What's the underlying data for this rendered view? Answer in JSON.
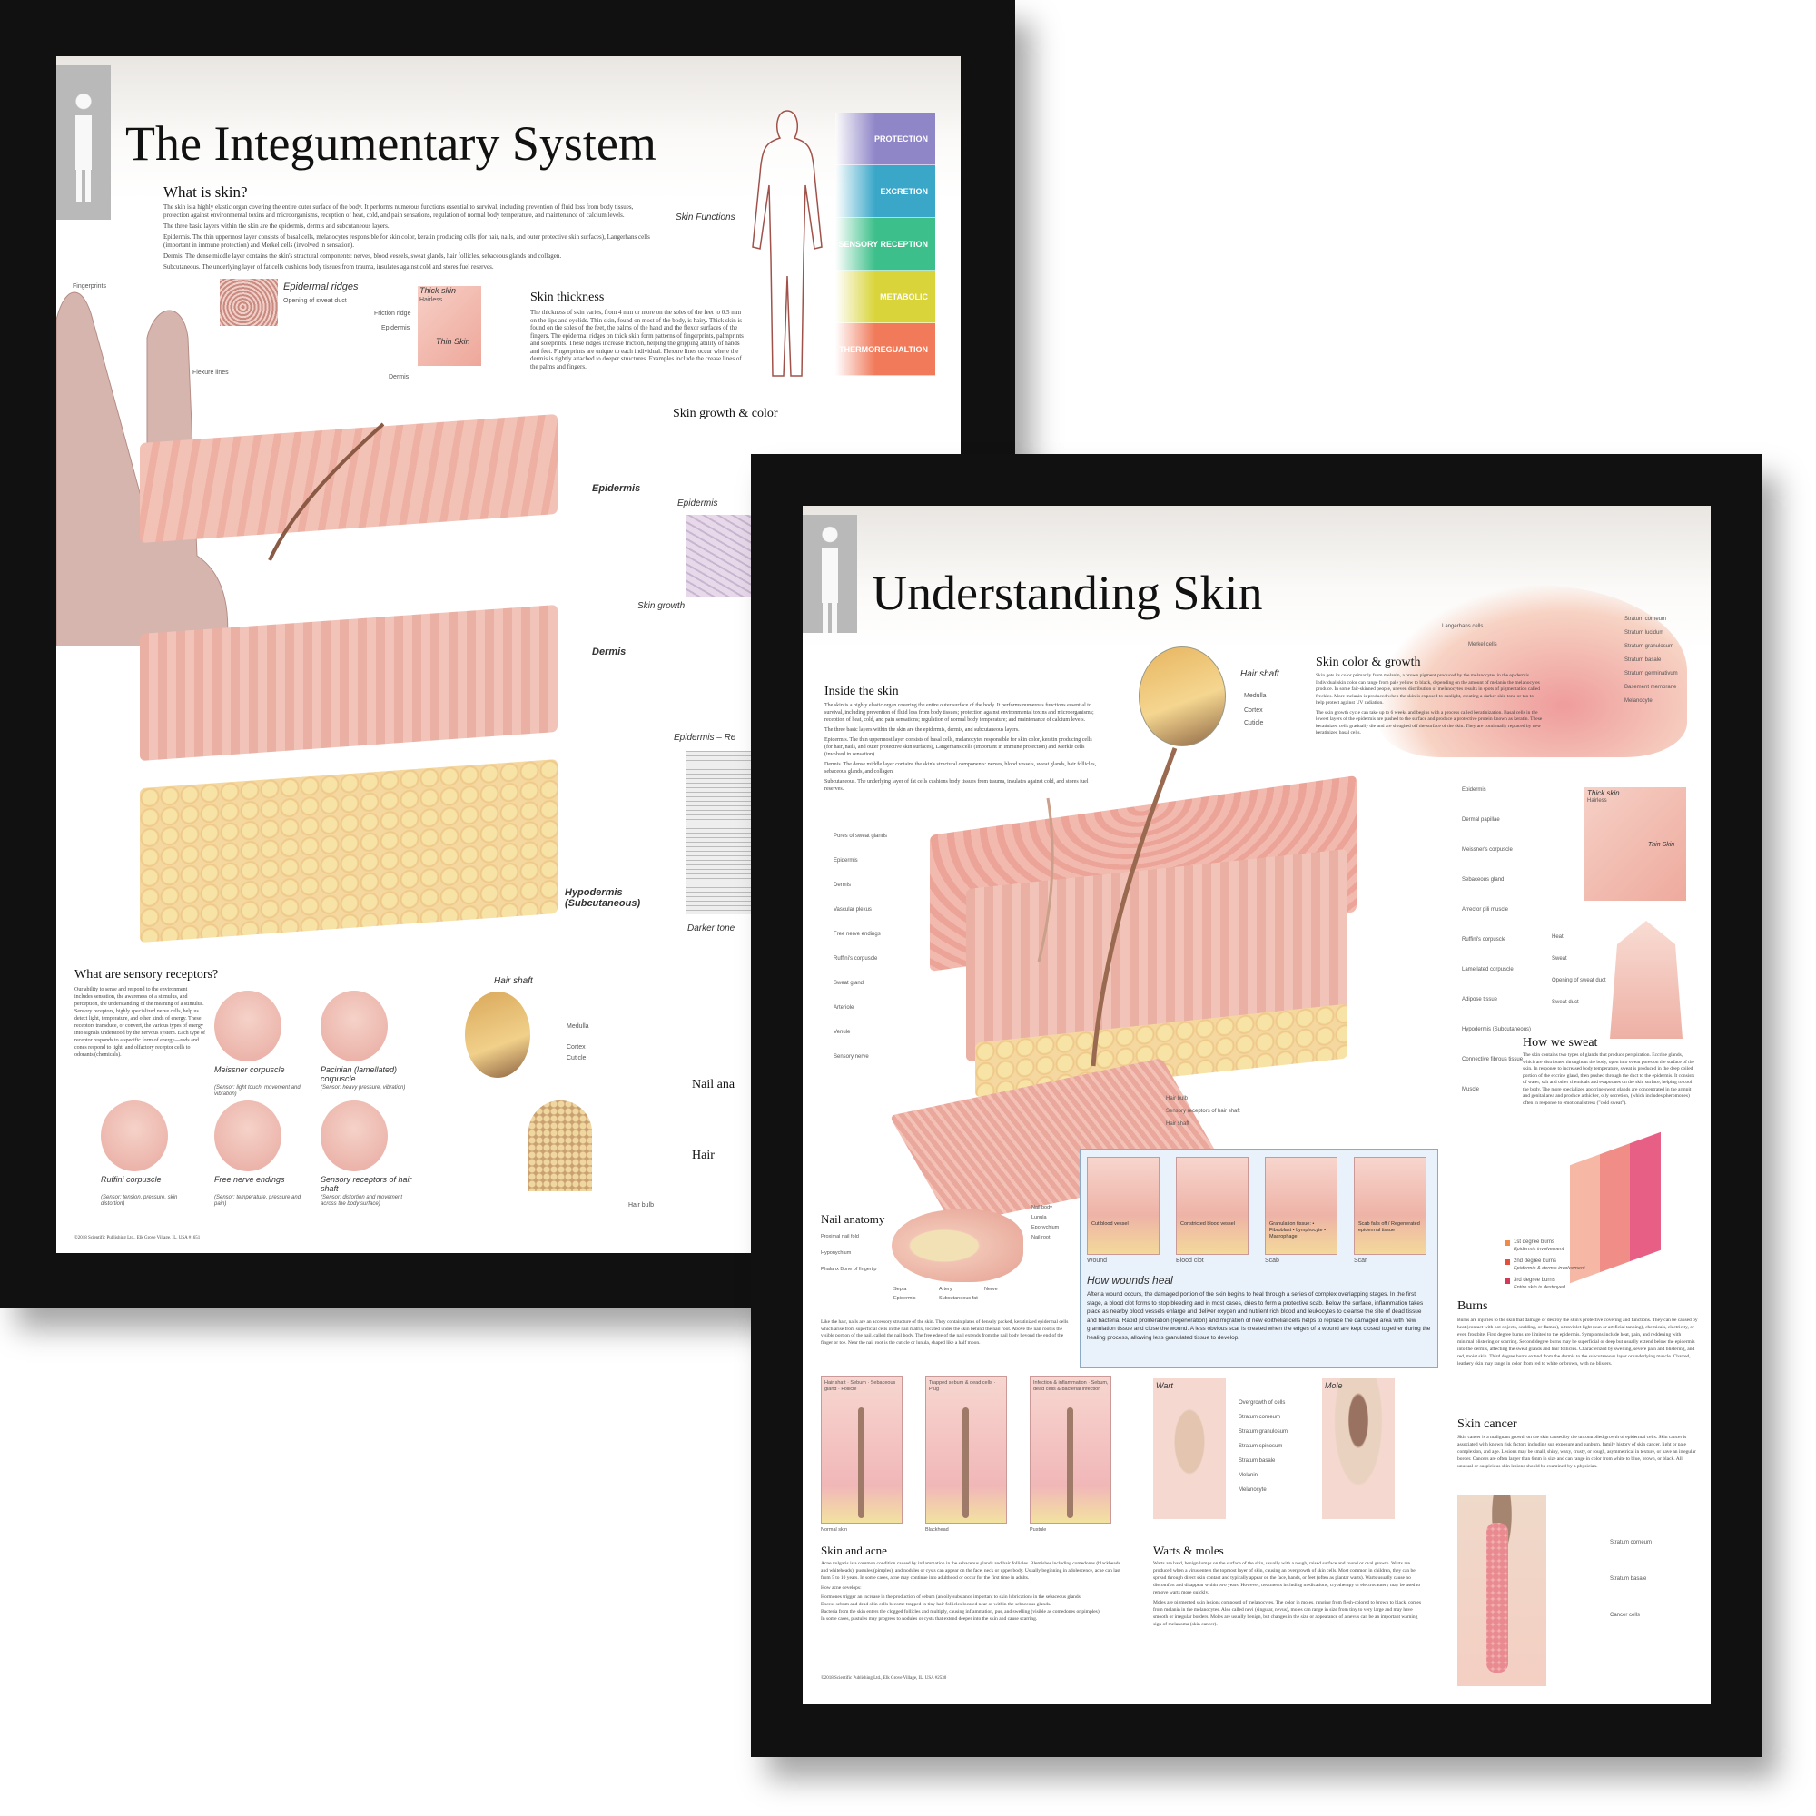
{
  "poster_left": {
    "title": "The Integumentary System",
    "what_is_skin": {
      "heading": "What is skin?",
      "paragraphs": [
        "The skin is a highly elastic organ covering the entire outer surface of the body. It performs numerous functions essential to survival, including prevention of fluid loss from body tissues, protection against environmental toxins and microorganisms, reception of heat, cold, and pain sensations, regulation of normal body temperature, and maintenance of calcium levels.",
        "The three basic layers within the skin are the epidermis, dermis and subcutaneous layers.",
        "Epidermis. The thin uppermost layer consists of basal cells, melanocytes responsible for skin color, keratin producing cells (for hair, nails, and outer protective skin surfaces), Langerhans cells (important in immune protection) and Merkel cells (involved in sensation).",
        "Dermis. The dense middle layer contains the skin's structural components: nerves, blood vessels, sweat glands, hair follicles, sebaceous glands and collagen.",
        "Subcutaneous. The underlying layer of fat cells cushions body tissues from trauma, insulates against cold and stores fuel reserves."
      ]
    },
    "skin_functions": {
      "label": "Skin Functions",
      "bands": [
        {
          "name": "PROTECTION",
          "color": "#8f86c8"
        },
        {
          "name": "EXCRETION",
          "color": "#3aa7c9"
        },
        {
          "name": "SENSORY RECEPTION",
          "color": "#3cbf8a"
        },
        {
          "name": "METABOLIC",
          "color": "#d9d43a"
        },
        {
          "name": "THERMOREGUALTION",
          "color": "#f07a5a"
        }
      ]
    },
    "epidermal_ridges": {
      "label": "Epidermal ridges",
      "sub": "Opening of sweat duct",
      "fingerprints": "Fingerprints",
      "flexure": "Flexure lines"
    },
    "thick_skin": {
      "label": "Thick skin",
      "hairless": "Hairless",
      "thin": "Thin Skin",
      "friction": "Friction ridge",
      "epidermis": "Epidermis",
      "dermis": "Dermis"
    },
    "skin_thickness": {
      "heading": "Skin thickness",
      "text": "The thickness of skin varies, from 4 mm or more on the soles of the feet to 0.5 mm on the lips and eyelids. Thin skin, found on most of the body, is hairy. Thick skin is found on the soles of the feet, the palms of the hand and the flexor surfaces of the fingers. The epidermal ridges on thick skin form patterns of fingerprints, palmprints and soleprints. These ridges increase friction, helping the gripping ability of hands and feet. Fingerprints are unique to each individual. Flexure lines occur where the dermis is tightly attached to deeper structures. Examples include the crease lines of the palms and fingers."
    },
    "skin_growth": {
      "heading": "Skin growth & color",
      "epidermis": "Epidermis",
      "growth": "Skin growth",
      "epidermis_re": "Epidermis – Re",
      "darker": "Darker tone"
    },
    "layers": {
      "epidermis": "Epidermis",
      "dermis": "Dermis",
      "hypodermis": "Hypodermis (Subcutaneous)"
    },
    "sensory": {
      "heading": "What are sensory receptors?",
      "text": "Our ability to sense and respond to the environment includes sensation, the awareness of a stimulus, and perception, the understanding of the meaning of a stimulus. Sensory receptors, highly specialized nerve cells, help us detect light, temperature, and other kinds of energy. These receptors transduce, or convert, the various types of energy into signals understood by the nervous system. Each type of receptor responds to a specific form of energy—rods and cones respond to light, and olfactory receptor cells to odorants (chemicals).",
      "receptors": [
        {
          "name": "Meissner corpuscle",
          "desc": "(Sensor: light touch, movement and vibration)"
        },
        {
          "name": "Pacinian (lamellated) corpuscle",
          "desc": "(Sensor: heavy pressure, vibration)"
        },
        {
          "name": "Ruffini corpuscle",
          "desc": "(Sensor: tension, pressure, skin distortion)"
        },
        {
          "name": "Free nerve endings",
          "desc": "(Sensor: temperature, pressure and pain)"
        },
        {
          "name": "Sensory receptors of hair shaft",
          "desc": "(Sensor: distortion and movement across the body surface)"
        }
      ]
    },
    "hair_shaft": {
      "label": "Hair shaft",
      "medulla": "Medulla",
      "cortex": "Cortex",
      "cuticle": "Cuticle",
      "hair_bulb": "Hair bulb"
    },
    "nail": "Nail ana",
    "hair": "Hair",
    "copyright": "©2018 Scientific Publishing Ltd., Elk Grove Village, IL. USA #1651"
  },
  "poster_right": {
    "title": "Understanding Skin",
    "inside": {
      "heading": "Inside the skin",
      "paragraphs": [
        "The skin is a highly elastic organ covering the entire outer surface of the body. It performs numerous functions essential to survival, including prevention of fluid loss from body tissues; protection against environmental toxins and microorganisms; reception of heat, cold, and pain sensations; regulation of normal body temperature; and maintenance of calcium levels.",
        "The three basic layers within the skin are the epidermis, dermis, and subcutaneous layers.",
        "Epidermis. The thin uppermost layer consists of basal cells, melanocytes responsible for skin color, keratin producing cells (for hair, nails, and outer protective skin surfaces), Langerhans cells (important in immune protection) and Merkle cells (involved in sensation).",
        "Dermis. The dense middle layer contains the skin's structural components: nerves, blood vessels, sweat glands, hair follicles, sebaceous glands, and collagen.",
        "Subcutaneous. The underlying layer of fat cells cushions body tissues from trauma, insulates against cold, and stores fuel reserves."
      ]
    },
    "hair_shaft": {
      "label": "Hair shaft",
      "medulla": "Medulla",
      "cortex": "Cortex",
      "cuticle": "Cuticle"
    },
    "skin_color": {
      "heading": "Skin color & growth",
      "p1": "Skin gets its color primarily from melanin, a brown pigment produced by the melanocytes in the epidermis. Individual skin color can range from pale yellow to black, depending on the amount of melanin the melanocytes produce. In some fair-skinned people, uneven distribution of melanocytes results in spots of pigmentation called freckles. More melanin is produced when the skin is exposed to sunlight, creating a darker skin tone or tan to help protect against UV radiation.",
      "p2": "The skin growth cycle can take up to 6 weeks and begins with a process called keratinization. Basal cells in the lowest layers of the epidermis are pushed to the surface and produce a protective protein known as keratin. These keratinized cells gradually die and are sloughed off the surface of the skin. They are continually replaced by new keratinized basal cells.",
      "labels": [
        "Stratum corneum",
        "Stratum lucidum",
        "Stratum granulosum",
        "Stratum basale",
        "Stratum germinativum",
        "Basement membrane",
        "Melanocyte",
        "Langerhans cells",
        "Merkel cells"
      ]
    },
    "block_labels_left": [
      "Pores of sweat glands",
      "Epidermis",
      "Dermis",
      "Vascular plexus",
      "Free nerve endings",
      "Ruffini's corpuscle",
      "Sweat gland",
      "Arteriole",
      "Venule",
      "Sensory nerve"
    ],
    "block_labels_right": [
      "Epidermis",
      "Dermal papillae",
      "Meissner's corpuscle",
      "Sebaceous gland",
      "Arrector pili muscle",
      "Ruffini's corpuscle",
      "Lamellated corpuscle",
      "Adipose tissue",
      "Hypodermis (Subcutaneous)",
      "Connective fibrous tissue",
      "Muscle"
    ],
    "block_labels_bottom": [
      "Hair bulb",
      "Sensory receptors of hair shaft",
      "Hair shaft"
    ],
    "thick_skin": {
      "label": "Thick skin",
      "hairless": "Hairless",
      "thin": "Thin Skin"
    },
    "sweat": {
      "heading": "How we sweat",
      "labels": [
        "Heat",
        "Sweat",
        "Opening of sweat duct",
        "Sweat duct"
      ],
      "text": "The skin contains two types of glands that produce perspiration. Eccrine glands, which are distributed throughout the body, open into sweat pores on the surface of the skin. In response to increased body temperature, sweat is produced in the deep coiled portion of the eccrine gland, then pushed through the duct to the epidermis. It consists of water, salt and other chemicals and evaporates on the skin surface, helping to cool the body. The more specialized apocrine sweat glands are concentrated in the armpit and genital area and produce a thicker, oily secretion, (which includes pheromones) often in response to emotional stress (\"cold sweat\")."
    },
    "wounds": {
      "heading": "How wounds heal",
      "stages": [
        {
          "caption": "Wound",
          "inner": "Cut blood vessel"
        },
        {
          "caption": "Blood clot",
          "inner": "Constricted blood vessel"
        },
        {
          "caption": "Scab",
          "inner": "Granulation tissue: • Fibroblast • Lymphocyte • Macrophage"
        },
        {
          "caption": "Scar",
          "inner": "Scab falls off / Regenerated epidermal tissue"
        }
      ],
      "text": "After a wound occurs, the damaged portion of the skin begins to heal through a series of complex overlapping stages. In the first stage, a blood clot forms to stop bleeding and in most cases, dries to form a protective scab. Below the surface, inflammation takes place as nearby blood vessels enlarge and deliver oxygen and nutrient rich blood and leukocytes to cleanse the site of dead tissue and bacteria. Rapid proliferation (regeneration) and migration of new epithelial cells helps to replace the damaged area with new granulation tissue and close the wound. A less obvious scar is created when the edges of a wound are kept closed together during the healing process, allowing less granulated tissue to develop."
    },
    "nail": {
      "heading": "Nail anatomy",
      "labels": [
        "Nail body",
        "Lunula",
        "Eponychium",
        "Nail root",
        "Proximal nail fold",
        "Hyponychium",
        "Phalanx Bone of fingertip",
        "Septa",
        "Artery",
        "Nerve",
        "Epidermis",
        "Subcutaneous fat"
      ],
      "text": "Like the hair, nails are an accessory structure of the skin. They contain plates of densely packed, keratinized epidermal cells which arise from superficial cells in the nail matrix, located under the skin behind the nail root. Above the nail root is the visible portion of the nail, called the nail body. The free edge of the nail extends from the nail body beyond the end of the finger or toe. Near the nail root is the cuticle or lunula, shaped like a half moon."
    },
    "burns": {
      "heading": "Burns",
      "legend": [
        {
          "name": "1st degree burns",
          "desc": "Epidermis involvement",
          "color": "#f08a4a"
        },
        {
          "name": "2nd degree burns",
          "desc": "Epidermis & dermis involvement",
          "color": "#e0503a"
        },
        {
          "name": "3rd degree burns",
          "desc": "Entire skin is destroyed",
          "color": "#d23a5a"
        }
      ],
      "text": "Burns are injuries to the skin that damage or destroy the skin's protective covering and functions. They can be caused by heat (contact with hot objects, scalding, or flames), ultraviolet light (sun or artificial tanning), chemicals, electricity, or even frostbite. First degree burns are limited to the epidermis. Symptoms include heat, pain, and reddening with minimal blistering or scarring. Second degree burns may be superficial or deep but usually extend below the epidermis into the dermis, affecting the sweat glands and hair follicles. Characterized by swelling, severe pain and blistering, and red, moist skin. Third degree burns extend from the dermis to the subcutaneous layer or underlying muscle. Charred, leathery skin may range in color from red to white or brown, with no blisters."
    },
    "cancer": {
      "heading": "Skin cancer",
      "text": "Skin cancer is a malignant growth on the skin caused by the uncontrolled growth of epidermal cells. Skin cancer is associated with known risk factors including sun exposure and sunburn, family history of skin cancer, light or pale complexion, and age. Lesions may be small, shiny, waxy, crusty, or rough, asymmetrical in texture, or have an irregular border. Cancers are often larger than 6mm in size and can range in color from white to blue, brown, or black. All unusual or suspicious skin lesions should be examined by a physician.",
      "labels": [
        "Stratum corneum",
        "Stratum basale",
        "Cancer cells"
      ]
    },
    "acne": {
      "heading": "Skin and acne",
      "panels": [
        {
          "caption": "Normal skin",
          "labels": "Hair shaft · Sebum · Sebaceous gland · Follicle"
        },
        {
          "caption": "Blackhead",
          "labels": "Trapped sebum & dead cells · Plug"
        },
        {
          "caption": "Pustule",
          "labels": "Infection & inflammation · Sebum, dead cells & bacterial infection"
        }
      ],
      "text": "Acne vulgaris is a common condition caused by inflammation in the sebaceous glands and hair follicles. Blemishes including comedones (blackheads and whiteheads), pustules (pimples), and nodules or cysts can appear on the face, neck or upper body. Usually beginning in adolescence, acne can last from 5 to 10 years. In some cases, acne may continue into adulthood or occur for the first time in adults.",
      "how": "How acne develops:",
      "bullets": [
        "Hormones trigger an increase in the production of sebum (an oily substance important to skin lubrication) in the sebaceous glands.",
        "Excess sebum and dead skin cells become trapped in tiny hair follicles located near or within the sebaceous glands.",
        "Bacteria from the skin enters the clogged follicles and multiply, causing inflammation, pus, and swelling (visible as comedones or pimples).",
        "In some cases, pustules may progress to nodules or cysts that extend deeper into the skin and cause scarring."
      ]
    },
    "warts": {
      "heading": "Warts & moles",
      "wart": "Wart",
      "mole": "Mole",
      "labels": [
        "Overgrowth of cells",
        "Stratum corneum",
        "Stratum granulosum",
        "Stratum spinosum",
        "Stratum basale",
        "Melanin",
        "Melanocyte"
      ],
      "p1": "Warts are hard, benign lumps on the surface of the skin, usually with a rough, raised surface and round or oval growth. Warts are produced when a virus enters the topmost layer of skin, causing an overgrowth of skin cells. Most common in children, they can be spread through direct skin contact and typically appear on the face, hands, or feet (often as plantar warts). Warts usually cause no discomfort and disappear within two years. However, treatments including medications, cryotherapy or electrocautery may be used to remove warts more quickly.",
      "p2": "Moles are pigmented skin lesions composed of melanocytes. The color in moles, ranging from flesh-colored to brown to black, comes from melanin in the melanocytes. Also called nevi (singular, nevus), moles can range in size from tiny to very large and may have smooth or irregular borders. Moles are usually benign, but changes in the size or appearance of a nevus can be an important warning sign of melanoma (skin cancer)."
    },
    "copyright": "©2018 Scientific Publishing Ltd., Elk Grove Village, IL. USA #2530"
  }
}
